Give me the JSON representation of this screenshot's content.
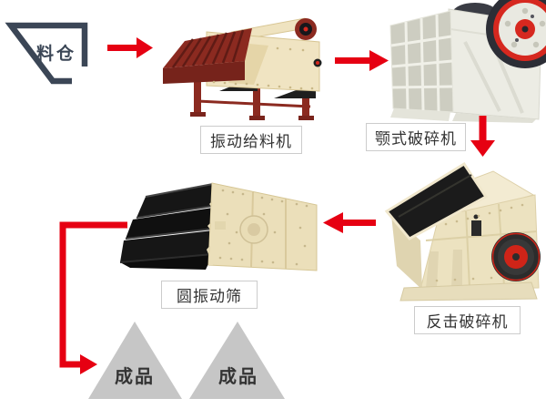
{
  "diagram": {
    "type": "process-flow",
    "nodes": {
      "hopper": {
        "label": "料仓"
      },
      "feeder": {
        "label": "振动给料机"
      },
      "jaw_crusher": {
        "label": "颚式破碎机"
      },
      "impact_crusher": {
        "label": "反击破碎机"
      },
      "screen": {
        "label": "圆振动筛"
      },
      "product_left": {
        "label": "成品"
      },
      "product_right": {
        "label": "成品"
      }
    },
    "flow_order": [
      "料仓",
      "振动给料机",
      "颚式破碎机",
      "反击破碎机",
      "圆振动筛",
      "成品"
    ],
    "colors": {
      "arrow_red": "#e60012",
      "hopper_outline": "#3b4656",
      "product_triangle_gray": "#c6c6c6",
      "label_border": "#cccccc",
      "label_text": "#333333",
      "machine_cream": "#efe3c2",
      "machine_maroon": "#8b2a20",
      "machine_ivory": "#ececE4",
      "machine_black": "#1b1b1b",
      "wheel_red": "#d6281f"
    }
  }
}
